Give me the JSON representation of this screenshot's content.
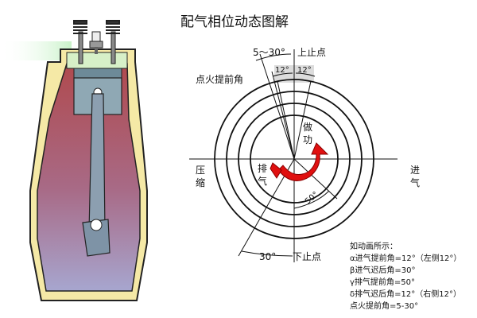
{
  "title": "配气相位动态图解",
  "labels": {
    "tdc": "上止点",
    "bdc": "下止点",
    "ignition_advance": "点火提前角",
    "angle_5_30": "5～30°",
    "angle_12_left": "12°",
    "angle_12_right": "12°",
    "angle_30": "30°",
    "angle_50": "50°",
    "power_1": "做",
    "power_2": "功",
    "exhaust_1": "排",
    "exhaust_2": "气",
    "compress_1": "压",
    "compress_2": "缩",
    "intake_1": "进",
    "intake_2": "气"
  },
  "legend": {
    "heading": "如动画所示：",
    "lines": [
      "α进气提前角=12°（左侧12°）",
      "β进气迟后角=30°",
      "γ排气提前角=50°",
      "δ排气迟后角=12°（右侧12°）",
      "点火提前角=5-30°"
    ]
  },
  "colors": {
    "engine_block": "#f5e9a6",
    "block_outline": "#222222",
    "cylinder_gas_top": "#b04a4e",
    "cylinder_gas_bottom": "#a7a6cf",
    "piston": "#8fa8b4",
    "rod": "#8c9fb0",
    "valve_spring": "#333333",
    "green_glow": "#c9f2c9",
    "red_arrow": "#e01010",
    "circle_line": "#111111",
    "overlap_band": "#dcdcdc"
  },
  "icons": {
    "rotation_arrow": "red-curved-arrow-icon",
    "valve_spring": "spring-icon",
    "spark_plug": "spark-plug-icon"
  }
}
